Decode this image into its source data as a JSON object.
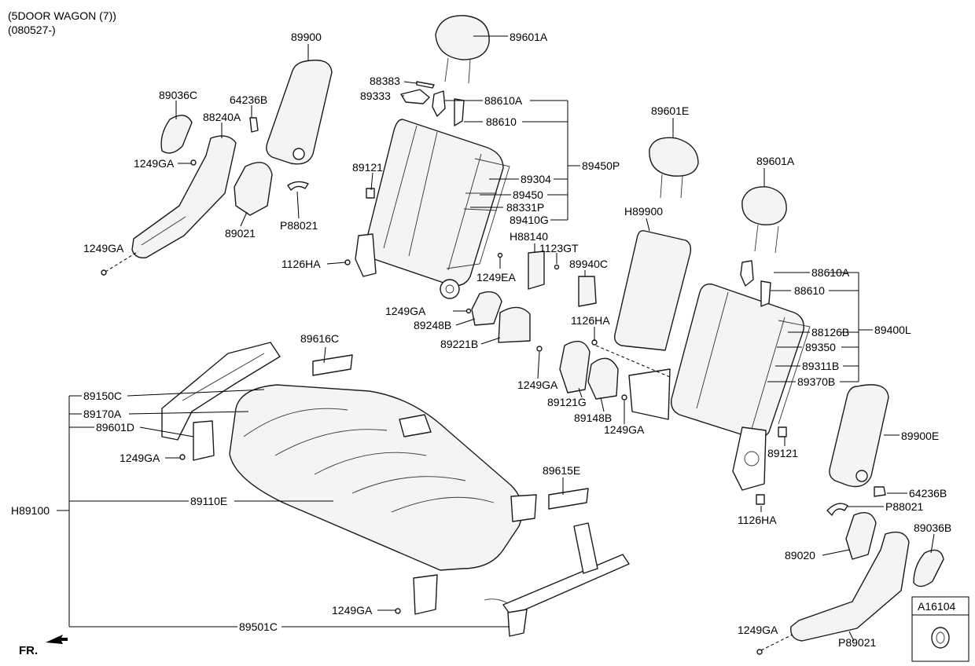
{
  "header": {
    "line1": "(5DOOR WAGON (7))",
    "line2": "(080527-)"
  },
  "direction_label": "FR.",
  "parts": {
    "p89900": "89900",
    "p89601A_a": "89601A",
    "p88383": "88383",
    "p89333": "89333",
    "p88610A_a": "88610A",
    "p88610_a": "88610",
    "p89450P": "89450P",
    "p89304": "89304",
    "p89450": "89450",
    "p88331P": "88331P",
    "p89410G": "89410G",
    "p89036C": "89036C",
    "p64236B_a": "64236B",
    "p88240A": "88240A",
    "p1249GA_a": "1249GA",
    "p89121_a": "89121",
    "p89021": "89021",
    "pP88021_a": "P88021",
    "p1249GA_b": "1249GA",
    "p1126HA_a": "1126HA",
    "pH88140": "H88140",
    "p1123GT": "1123GT",
    "p1249EA": "1249EA",
    "p89940C": "89940C",
    "p1249GA_c": "1249GA",
    "p89248B": "89248B",
    "p89221B": "89221B",
    "p89601E": "89601E",
    "p89601A_b": "89601A",
    "pH89900": "H89900",
    "p88610A_b": "88610A",
    "p88610_b": "88610",
    "p89400L": "89400L",
    "p88126B": "88126B",
    "p89350": "89350",
    "p89311B": "89311B",
    "p89370B": "89370B",
    "p1126HA_b": "1126HA",
    "p1249GA_d": "1249GA",
    "p89121G": "89121G",
    "p89148B": "89148B",
    "p1249GA_e": "1249GA",
    "p89121_b": "89121",
    "p1126HA_c": "1126HA",
    "p89900E": "89900E",
    "p64236B_b": "64236B",
    "pP88021_b": "P88021",
    "p89036B": "89036B",
    "p89020": "89020",
    "pP89021": "P89021",
    "p1249GA_f": "1249GA",
    "pA16104": "A16104",
    "p89616C": "89616C",
    "p89150C": "89150C",
    "p89170A": "89170A",
    "p89601D": "89601D",
    "p1249GA_g": "1249GA",
    "pH89100": "H89100",
    "p89110E": "89110E",
    "p89615E": "89615E",
    "p1249GA_h": "1249GA",
    "p89501C": "89501C"
  }
}
